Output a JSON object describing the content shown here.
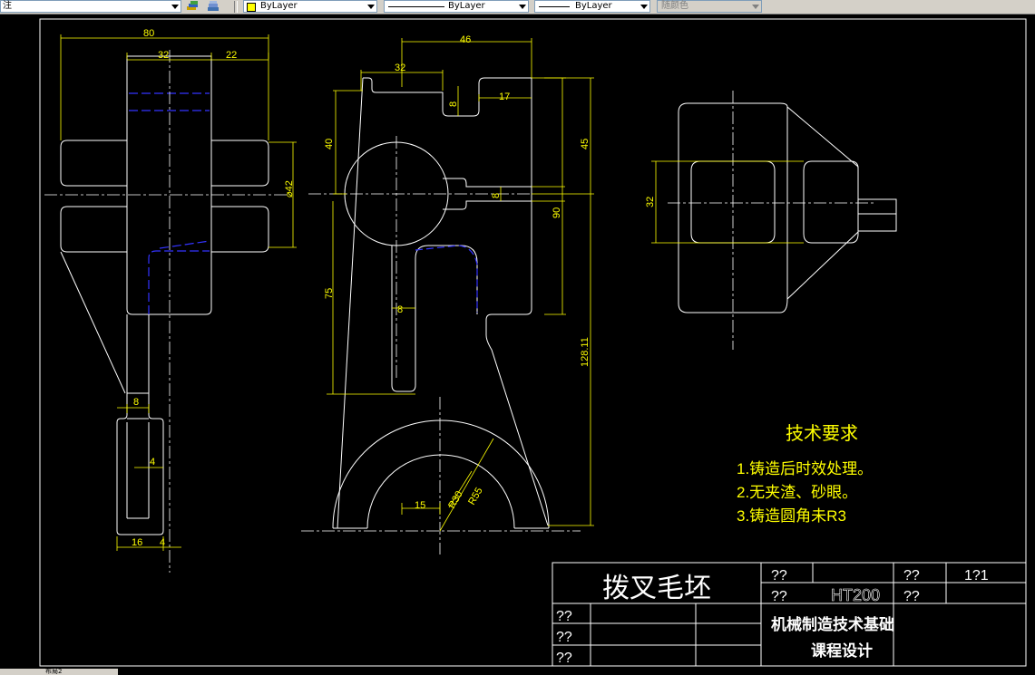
{
  "toolbar": {
    "text_style_value": "注",
    "layer_color_value": "ByLayer",
    "linetype_value": "ByLayer",
    "lineweight_value": "ByLayer",
    "plot_style_value": "随颜色"
  },
  "dimensions": {
    "d80": "80",
    "d32a": "32",
    "d22": "22",
    "d42": "⌀42",
    "d8a": "8",
    "d4a": "4",
    "d16": "16",
    "d4b": "4",
    "d46": "46",
    "d32b": "32",
    "d8b": "8",
    "d17": "17",
    "d40": "40",
    "d45": "45",
    "d8c": "8",
    "d90": "90",
    "d75": "75",
    "d8d": "8",
    "d128": "128.11",
    "d15": "15",
    "d32c": "32",
    "r30": "R30",
    "r55": "R55"
  },
  "notes": {
    "title": "技术要求",
    "line1": "1.铸造后时效处理。",
    "line2": "2.无夹渣、砂眼。",
    "line3": "3.铸造圆角未R3"
  },
  "title_block": {
    "part_name": "拨叉毛坯",
    "q1": "??",
    "q2": "??",
    "q3": "??",
    "q4": "??",
    "material": "HT200",
    "q5": "??",
    "q6": "??",
    "q7": "??",
    "scale": "1?1",
    "school_line1": "机械制造技术基础",
    "school_line2": "课程设计"
  },
  "status": {
    "tab_text": "布局2"
  },
  "colors": {
    "drawing_line": "#ffffff",
    "dimension": "#ffff00",
    "hidden_line": "#3333ff",
    "background": "#000000"
  }
}
